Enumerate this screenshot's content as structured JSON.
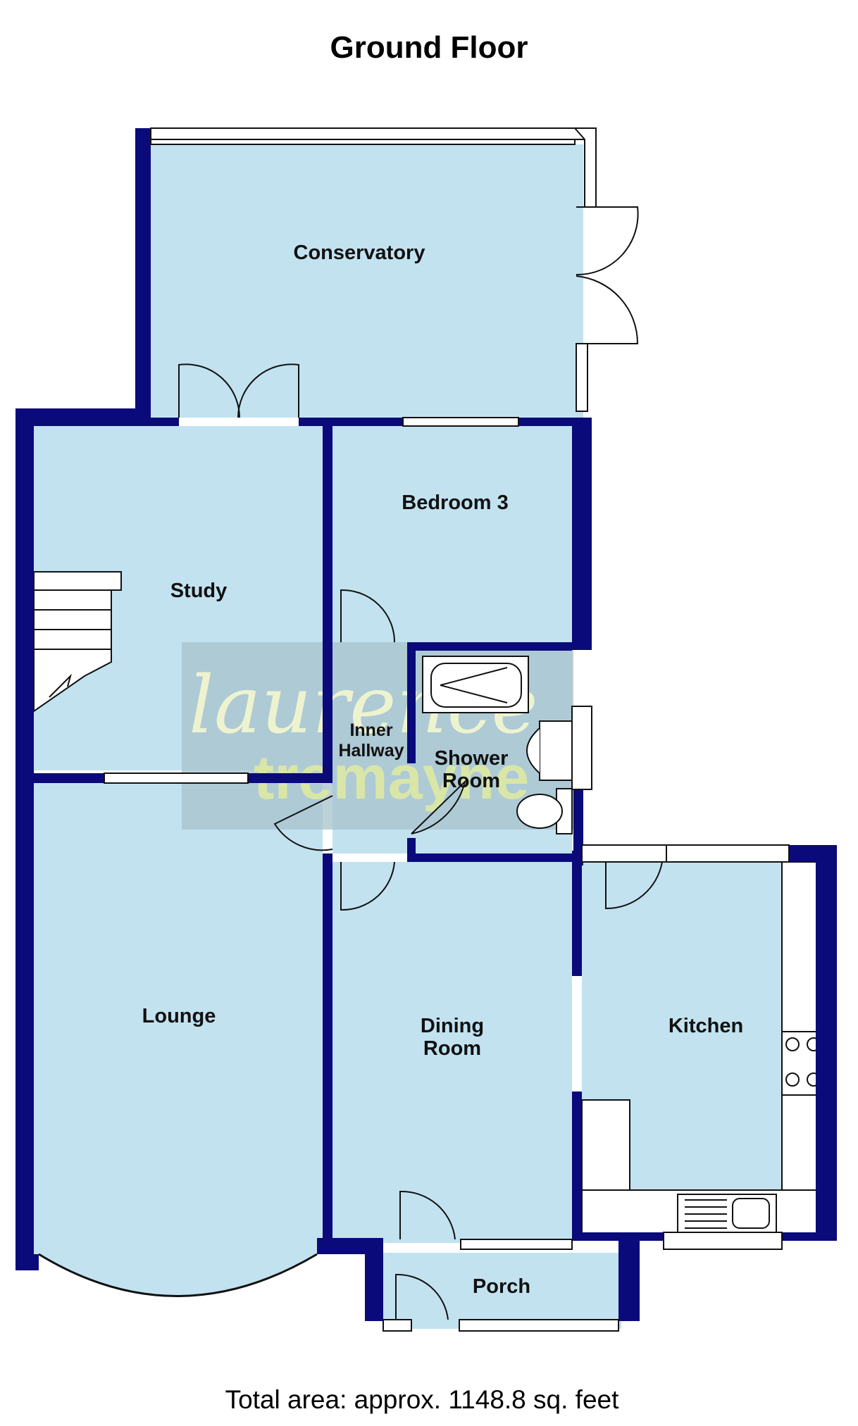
{
  "title": "Ground Floor",
  "footer": "Total area: approx. 1148.8 sq. feet",
  "watermark": {
    "line1": "laurence",
    "line2": "tremayne"
  },
  "rooms": {
    "conservatory": "Conservatory",
    "bedroom3": "Bedroom 3",
    "study": "Study",
    "inner_hallway_1": "Inner",
    "inner_hallway_2": "Hallway",
    "shower_room_1": "Shower",
    "shower_room_2": "Room",
    "lounge": "Lounge",
    "dining_room_1": "Dining",
    "dining_room_2": "Room",
    "kitchen": "Kitchen",
    "porch": "Porch"
  },
  "colors": {
    "wall": "#0a0a7a",
    "floor": "#c2e2f0",
    "watermark_panel": "#9fb8c4"
  }
}
